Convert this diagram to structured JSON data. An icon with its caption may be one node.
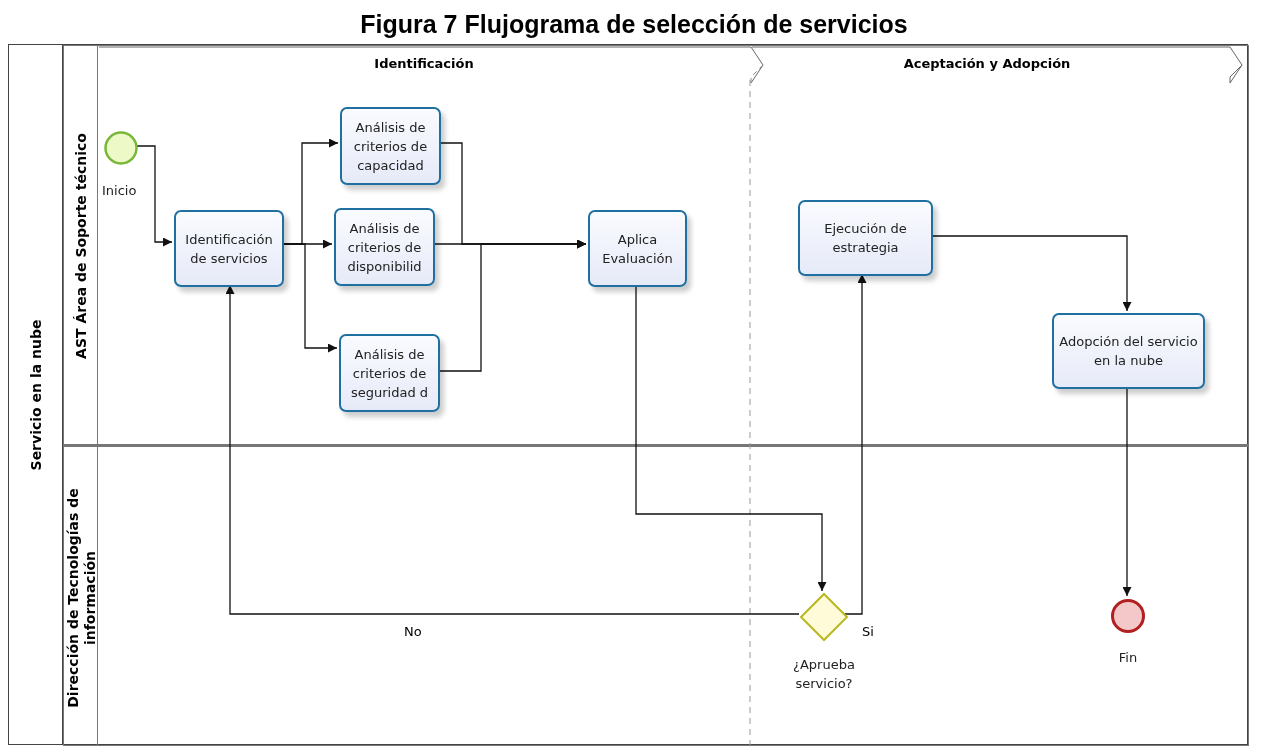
{
  "diagram": {
    "title": "Figura 7 Flujograma de selección de servicios",
    "nodes": [
      {
        "text": [
          "Servicio en la nube"
        ]
      },
      {
        "text": [
          "AST Área de Soporte técnico"
        ],
        "in": 0
      },
      {
        "text": [
          "Dirección de Tecnologías de información"
        ],
        "in": 0
      },
      {
        "text": [
          "Identificación"
        ],
        "in": 1
      },
      {
        "text": [
          "Aceptación y Adopción"
        ],
        "in": 1
      },
      {
        "text": [],
        "shape": "circle",
        "beside": [
          "Inicio"
        ],
        "in": 1
      },
      {
        "text": [
          "Identificación de servicios"
        ],
        "in": 1
      },
      {
        "text": [
          "Análisis de criterios de capacidad"
        ],
        "in": 1
      },
      {
        "text": [
          "Análisis de criterios de disponibilid"
        ],
        "in": 1
      },
      {
        "text": [
          "Análisis de criterios de seguridad d"
        ],
        "in": 1
      },
      {
        "text": [
          "Aplica Evaluación"
        ],
        "in": 1
      },
      {
        "text": [
          "Ejecución de estrategia"
        ],
        "in": 1
      },
      {
        "text": [
          "Adopción del servicio en la nube"
        ],
        "in": 1
      },
      {
        "text": [],
        "shape": "diamond",
        "beside": [
          "¿Aprueba servicio?"
        ],
        "in": 2
      },
      {
        "text": [],
        "shape": "circle",
        "beside": [
          "Fin"
        ],
        "in": 2
      }
    ],
    "edges": [
      {
        "from": 5,
        "to": 6,
        "arrow": "to"
      },
      {
        "from": 6,
        "to": 7,
        "arrow": "to"
      },
      {
        "from": 6,
        "to": 8,
        "arrow": "to"
      },
      {
        "from": 6,
        "to": 9,
        "arrow": "to"
      },
      {
        "from": 7,
        "to": 10,
        "arrow": "to"
      },
      {
        "from": 8,
        "to": 10,
        "arrow": "to"
      },
      {
        "from": 9,
        "to": 10,
        "arrow": "to"
      },
      {
        "from": 10,
        "to": 13,
        "arrow": "to"
      },
      {
        "from": 13,
        "to": 6,
        "label": "No",
        "arrow": "to"
      },
      {
        "from": 13,
        "to": 11,
        "label": "Si",
        "arrow": "to"
      },
      {
        "from": 11,
        "to": 12,
        "arrow": "to"
      },
      {
        "from": 12,
        "to": 14,
        "arrow": "to"
      }
    ]
  }
}
